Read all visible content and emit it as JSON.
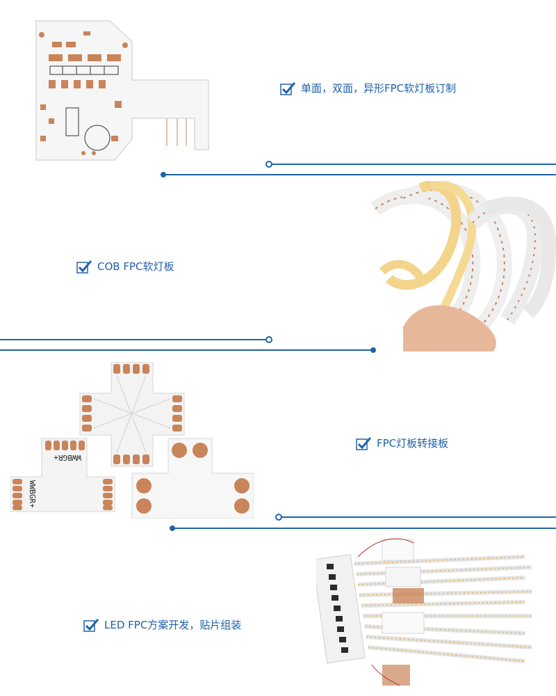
{
  "sections": [
    {
      "caption": "单面，双面，异形FPC软灯板订制",
      "photo": "irregular-fpc-board-photo"
    },
    {
      "caption": "COB FPC软灯板",
      "photo": "cob-fpc-strip-photo"
    },
    {
      "caption": "FPC灯板转接板",
      "photo": "fpc-connector-boards-photo"
    },
    {
      "caption": "LED FPC方案开发，贴片组装",
      "photo": "led-fpc-assembly-photo"
    }
  ],
  "photo_text": {
    "connector_label_1": "WWBGR+",
    "connector_label_2": "WWBGR+"
  },
  "colors": {
    "accent": "#1f63a8",
    "caption_text": "#1f5fa6",
    "copper": "#c9845a",
    "board_white": "#f4f4f4"
  },
  "icons": [
    "checkmark-icon"
  ]
}
